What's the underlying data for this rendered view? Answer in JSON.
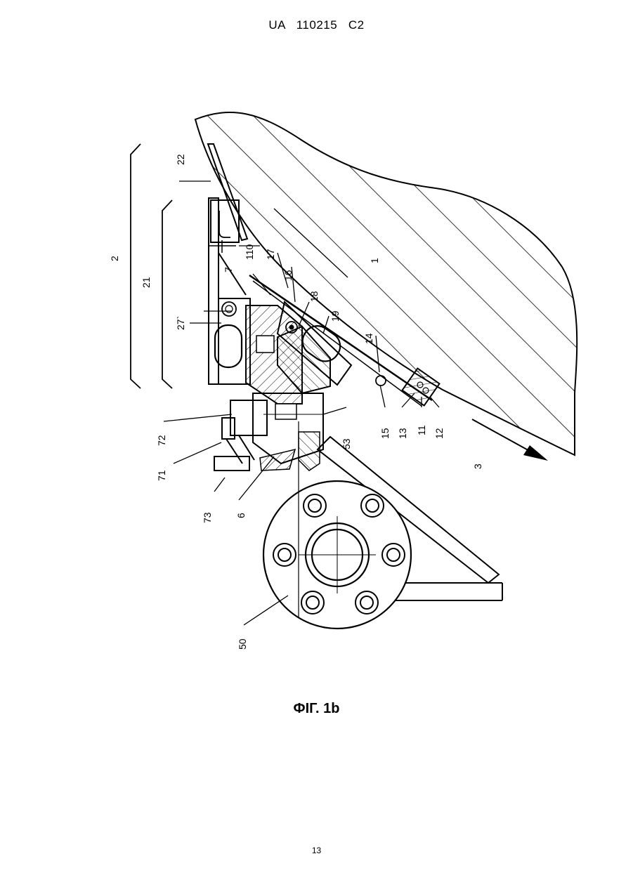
{
  "header": {
    "text": "UA   110215   C2"
  },
  "figure": {
    "caption": "ФІГ. 1b",
    "labels": {
      "l2": "2",
      "l21": "21",
      "l22": "22",
      "l27": "27`",
      "l7": "7",
      "l110": "110",
      "l17": "17",
      "l16": "16",
      "l18": "18",
      "l19": "19",
      "l1": "1",
      "l14": "14",
      "l53": "53",
      "l15": "15",
      "l13": "13",
      "l11": "11",
      "l12": "12",
      "l3": "3",
      "l72": "72",
      "l71": "71",
      "l73": "73",
      "l6": "6",
      "l50": "50"
    }
  },
  "footer": {
    "page_number": "13"
  }
}
